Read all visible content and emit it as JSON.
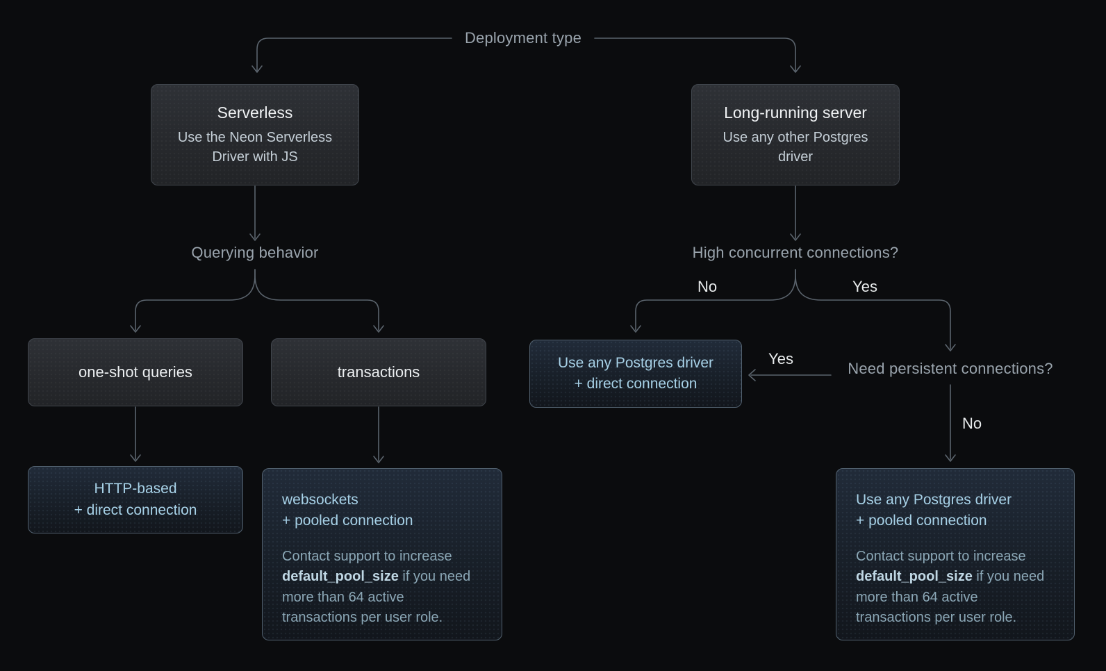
{
  "colors": {
    "background": "#0b0c0e",
    "connector_line": "#5b646d",
    "flow_label_text": "#9aa4ad",
    "yes_no_text": "#e9eced",
    "decision_box_border": "#41464d",
    "decision_box_fill_top": "#2e3136",
    "result_box_border": "#52616f",
    "result_box_fill_top": "#212b39",
    "result_title_text": "#a7d1e7",
    "result_note_text": "#8ba7b6"
  },
  "labels": {
    "root": "Deployment type",
    "querying_behavior": "Querying behavior",
    "high_concurrent": "High concurrent connections?",
    "need_persistent": "Need persistent connections?",
    "no_branch_left": "No",
    "yes_branch_right": "Yes",
    "yes_to_direct": "Yes",
    "no_to_pooled": "No"
  },
  "nodes": {
    "serverless": {
      "title": "Serverless",
      "subtitle": "Use the Neon Serverless Driver with JS"
    },
    "long_running": {
      "title": "Long-running server",
      "subtitle": "Use any other Postgres driver"
    },
    "one_shot": {
      "label": "one-shot queries"
    },
    "transactions": {
      "label": "transactions"
    },
    "http_direct": {
      "line1": "HTTP-based",
      "line2": "+ direct connection"
    },
    "websockets_pooled": {
      "line1": "websockets",
      "line2": "+ pooled connection",
      "note_pre": "Contact support to increase ",
      "note_bold": "default_pool_size",
      "note_post": " if you need more than 64 active transactions per user role."
    },
    "any_driver_direct": {
      "line1": "Use any Postgres driver",
      "line2": "+ direct connection"
    },
    "any_driver_pooled": {
      "line1": "Use any Postgres driver",
      "line2": "+ pooled connection",
      "note_pre": "Contact support to increase ",
      "note_bold": "default_pool_size",
      "note_post": " if you need more than 64 active transactions per user role."
    }
  }
}
